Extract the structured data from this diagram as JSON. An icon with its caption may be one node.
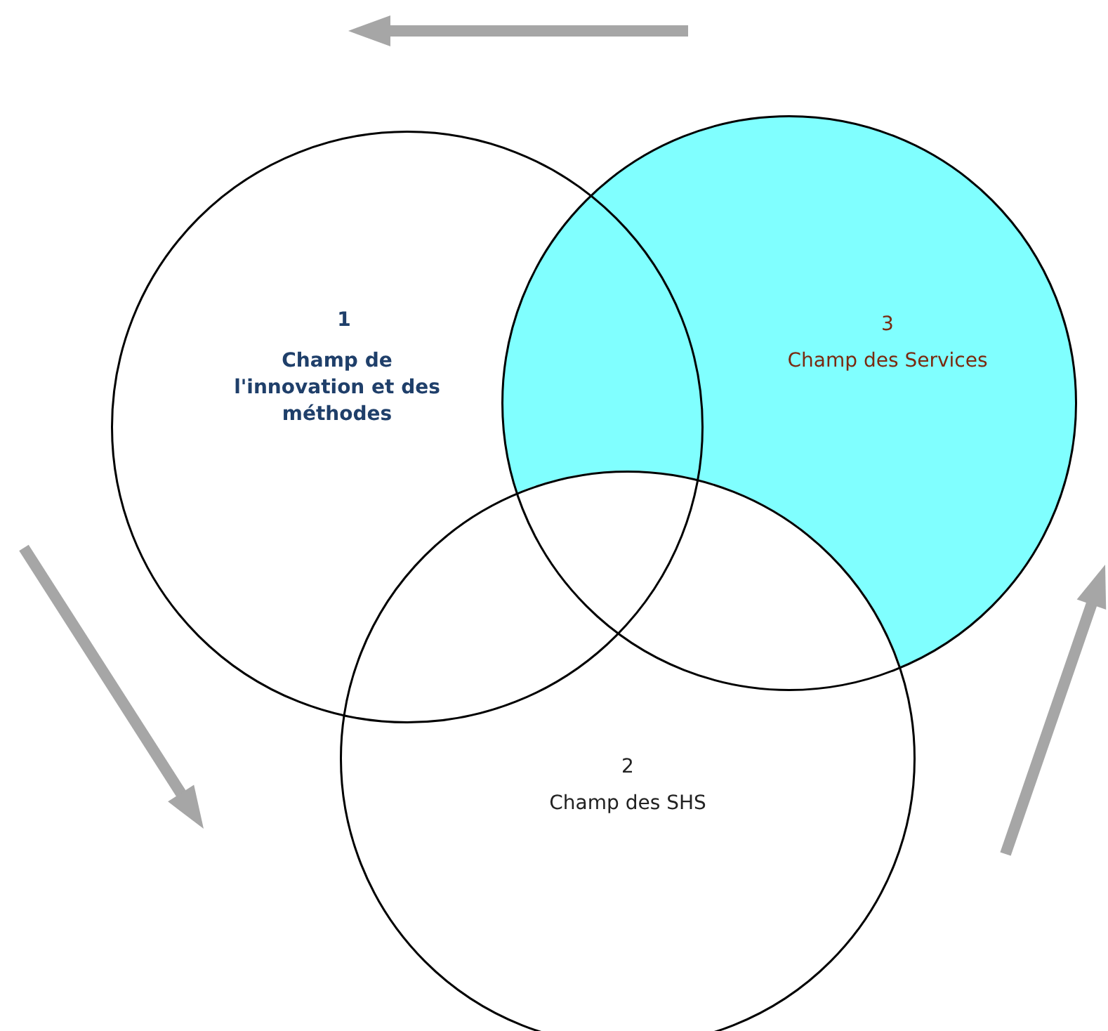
{
  "diagram": {
    "nodes": [
      {
        "text": [
          "1",
          "Champ de l'innovation et des méthodes"
        ]
      },
      {
        "text": [
          "3",
          "Champ des Services"
        ]
      },
      {
        "text": [
          "2",
          "Champ des SHS"
        ]
      }
    ]
  }
}
